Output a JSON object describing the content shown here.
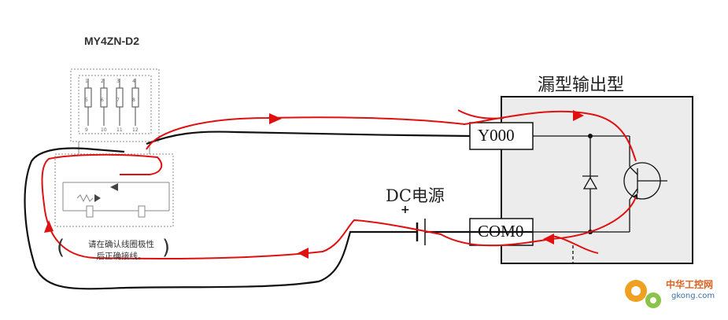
{
  "relay": {
    "model": "MY4ZN-D2",
    "pin_top": [
      "1",
      "2",
      "3",
      "4"
    ],
    "pin_mid": [
      "5",
      "6",
      "7",
      "8"
    ],
    "pin_bottom": [
      "9",
      "10",
      "11",
      "12"
    ],
    "note_line1": "请在确认线圈极性",
    "note_line2": "后正确接线。",
    "paren_left": "(",
    "paren_right": ")"
  },
  "output_module": {
    "title": "漏型输出型",
    "terminal_y": "Y000",
    "terminal_com": "COM0"
  },
  "power": {
    "label": "DC电源",
    "plus": "+"
  },
  "watermark": {
    "name": "中华工控网",
    "url": "gkong.com"
  },
  "colors": {
    "current_path": "#e01010",
    "wire": "#111111",
    "module_fill": "#ececec",
    "logo_orange": "#e06020"
  }
}
